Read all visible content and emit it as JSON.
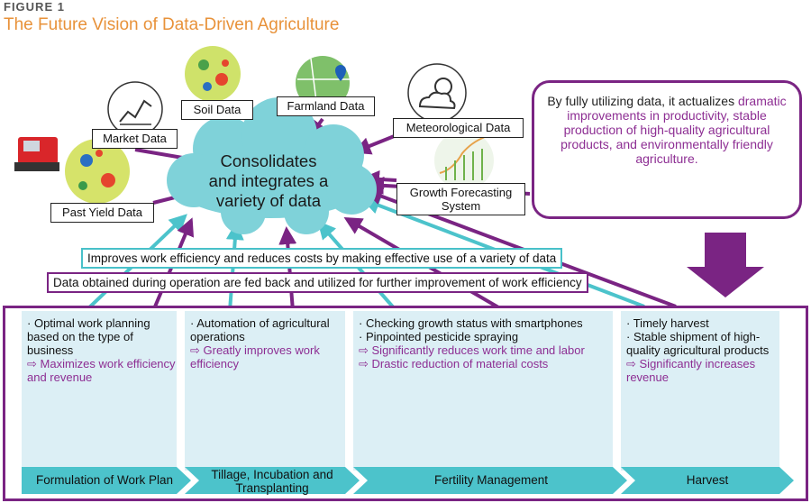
{
  "figure": {
    "label": "FIGURE 1",
    "title": "The Future Vision of Data-Driven Agriculture"
  },
  "cloud": {
    "text": "Consolidates and integrates a variety of data"
  },
  "sources": [
    {
      "label": "Soil Data",
      "icon": "soil-map-icon"
    },
    {
      "label": "Farmland Data",
      "icon": "farmland-map-icon"
    },
    {
      "label": "Market Data",
      "icon": "line-chart-icon"
    },
    {
      "label": "Meteorological Data",
      "icon": "sun-cloud-icon"
    },
    {
      "label": "Growth Forecasting System",
      "icon": "growth-chart-icon"
    },
    {
      "label": "Past Yield Data",
      "icon": "yield-map-icon"
    }
  ],
  "vision": {
    "part1": "By fully utilizing data, it actualizes ",
    "highlight": "dramatic improvements in productivity, stable production of high-quality agricultural products, and environmentally friendly agriculture.",
    "color": "#7a2483"
  },
  "bands": {
    "efficiency": "Improves work efficiency and reduces costs by making effective use of a variety of data",
    "feedback": "Data obtained during operation are fed back and utilized for further improvement of work efficiency"
  },
  "colors": {
    "teal": "#4cc3cb",
    "purple": "#7a2483",
    "panel_bg": "#dceff5",
    "title_orange": "#e8923a"
  },
  "stages": [
    {
      "name": "Formulation of Work Plan",
      "bullets": [
        "Optimal work planning based on the type of business"
      ],
      "results": [
        "Maximizes work efficiency and revenue"
      ]
    },
    {
      "name": "Tillage, Incubation and Transplanting",
      "bullets": [
        "Automation of agricultural operations"
      ],
      "results": [
        "Greatly improves work efficiency"
      ]
    },
    {
      "name": "Fertility Management",
      "bullets": [
        "Checking growth status with smartphones",
        "Pinpointed pesticide spraying"
      ],
      "results": [
        "Significantly reduces work time and labor",
        "Drastic reduction of material costs"
      ]
    },
    {
      "name": "Harvest",
      "bullets": [
        "Timely harvest",
        "Stable shipment of high-quality agricultural products"
      ],
      "results": [
        "Significantly increases revenue"
      ]
    }
  ]
}
